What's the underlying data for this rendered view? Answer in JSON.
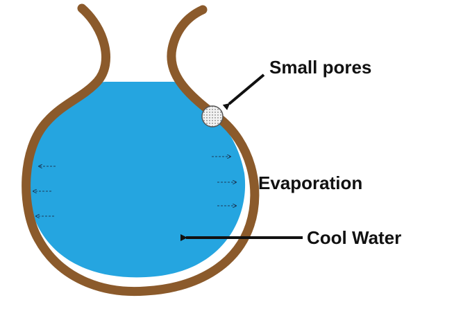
{
  "labels": {
    "small_pores": "Small pores",
    "evaporation": "Evaporation",
    "cool_water": "Cool Water"
  },
  "colors": {
    "pot_wall": "#8B5A2B",
    "water": "#25A5E0",
    "pore_fill": "#e6e6e6",
    "arrow": "#111111",
    "evaporation_arrows": "#1a3a5a"
  }
}
